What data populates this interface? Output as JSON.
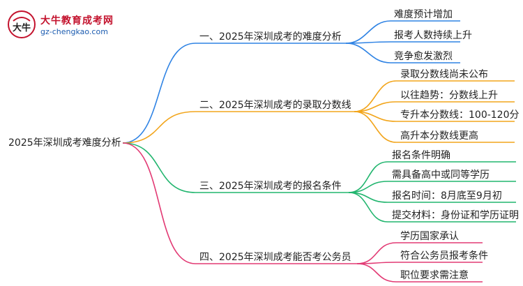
{
  "logo": {
    "brand": "大牛教育成考网",
    "domain": "gz-chengkao.com",
    "mark_text": "大牛"
  },
  "mindmap": {
    "root": "2025年深圳成考难度分析",
    "branches": [
      {
        "label": "一、2025年深圳成考的难度分析",
        "color": "#2f83e4",
        "children": [
          "难度预计增加",
          "报考人数持续上升",
          "竞争愈发激烈"
        ]
      },
      {
        "label": "二、2025年深圳成考的录取分数线",
        "color": "#f2a51b",
        "children": [
          "录取分数线尚未公布",
          "以往趋势：分数线上升",
          "专升本分数线：100-120分",
          "高升本分数线更高"
        ]
      },
      {
        "label": "三、2025年深圳成考的报名条件",
        "color": "#21b56e",
        "children": [
          "报名条件明确",
          "需具备高中或同等学历",
          "报名时间：8月底至9月初",
          "提交材料：身份证和学历证明"
        ]
      },
      {
        "label": "四、2025年深圳成考能否考公务员",
        "color": "#e23a74",
        "children": [
          "学历国家承认",
          "符合公务员报考条件",
          "职位要求需注意"
        ]
      }
    ]
  }
}
